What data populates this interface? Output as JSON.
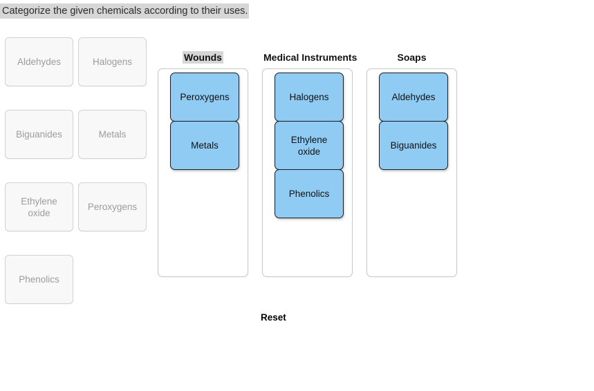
{
  "prompt": {
    "text": "Categorize the given chemicals according to their uses.",
    "highlighted": true,
    "highlight_color": "#d6d6d6"
  },
  "source_bank": {
    "rows": [
      [
        {
          "label": "Aldehydes",
          "state": "used"
        },
        {
          "label": "Halogens",
          "state": "used"
        }
      ],
      [
        {
          "label": "Biguanides",
          "state": "used"
        },
        {
          "label": "Metals",
          "state": "used"
        }
      ],
      [
        {
          "label": "Ethylene oxide",
          "state": "used"
        },
        {
          "label": "Peroxygens",
          "state": "used"
        }
      ],
      [
        {
          "label": "Phenolics",
          "state": "used"
        },
        {
          "label": "",
          "state": "empty"
        }
      ]
    ]
  },
  "columns": [
    {
      "id": "wounds",
      "header": "Wounds",
      "header_selected": true,
      "cards": [
        {
          "label": "Peroxygens"
        },
        {
          "label": "Metals"
        }
      ]
    },
    {
      "id": "medical",
      "header": "Medical Instruments",
      "header_selected": false,
      "cards": [
        {
          "label": "Halogens"
        },
        {
          "label": "Ethylene oxide"
        },
        {
          "label": "Phenolics"
        }
      ]
    },
    {
      "id": "soaps",
      "header": "Soaps",
      "header_selected": false,
      "cards": [
        {
          "label": "Aldehydes"
        },
        {
          "label": "Biguanides"
        }
      ]
    }
  ],
  "reset": {
    "label": "Reset"
  },
  "colors": {
    "card_blue": "#8fcbf3",
    "card_blue_border": "#1b1b1b",
    "placeholder_bg": "#f8f8f8",
    "placeholder_border": "#d2d2d2",
    "placeholder_text": "#9c9c9c",
    "selection_highlight": "#d6d6d6",
    "container_border": "#c8c8c8",
    "page_background": "#ffffff"
  }
}
